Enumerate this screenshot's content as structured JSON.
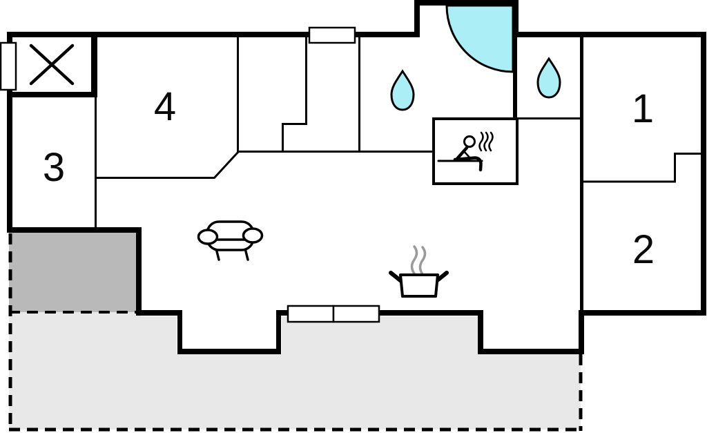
{
  "plan": {
    "type": "holiday-home-floor-plan",
    "rooms": [
      {
        "id": "room-1",
        "label": "1"
      },
      {
        "id": "room-2",
        "label": "2"
      },
      {
        "id": "room-3",
        "label": "3"
      },
      {
        "id": "room-4",
        "label": "4"
      }
    ],
    "colors": {
      "wall": "#000000",
      "interior": "#ffffff",
      "water": "#aceef5",
      "terrace": "#e8e8e8",
      "covered_terrace": "#b9b9b9",
      "steam_gray": "#9a9a9a"
    },
    "icons": [
      {
        "name": "corner-shower-icon",
        "glyph": "quarter-circle-water"
      },
      {
        "name": "water-drop-icon",
        "glyph": "droplet",
        "count": 2
      },
      {
        "name": "sauna-icon",
        "glyph": "seated-person-with-steam"
      },
      {
        "name": "sofa-icon",
        "glyph": "sofa-top-view"
      },
      {
        "name": "cooking-pot-icon",
        "glyph": "pot-with-steam"
      },
      {
        "name": "crossed-area-icon",
        "glyph": "x-cross"
      },
      {
        "name": "window-icon",
        "glyph": "white-bar-on-wall",
        "count": 4
      }
    ]
  }
}
